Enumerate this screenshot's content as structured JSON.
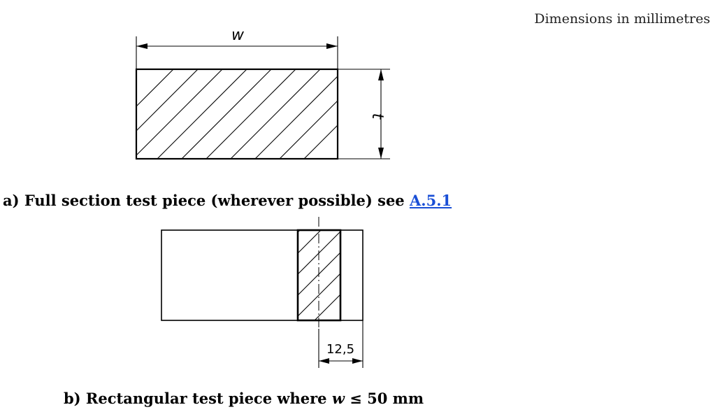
{
  "header": {
    "dimensions_note": "Dimensions in millimetres"
  },
  "figure_a": {
    "width_label": "w",
    "thickness_label": "t",
    "caption_text": "a) Full section test piece (wherever possible) see ",
    "caption_link": "A.5.1"
  },
  "figure_b": {
    "dimension_value": "12,5",
    "caption_prefix": "b) Rectangular test piece where ",
    "caption_var": "w",
    "caption_suffix": " ≤ 50 mm"
  }
}
